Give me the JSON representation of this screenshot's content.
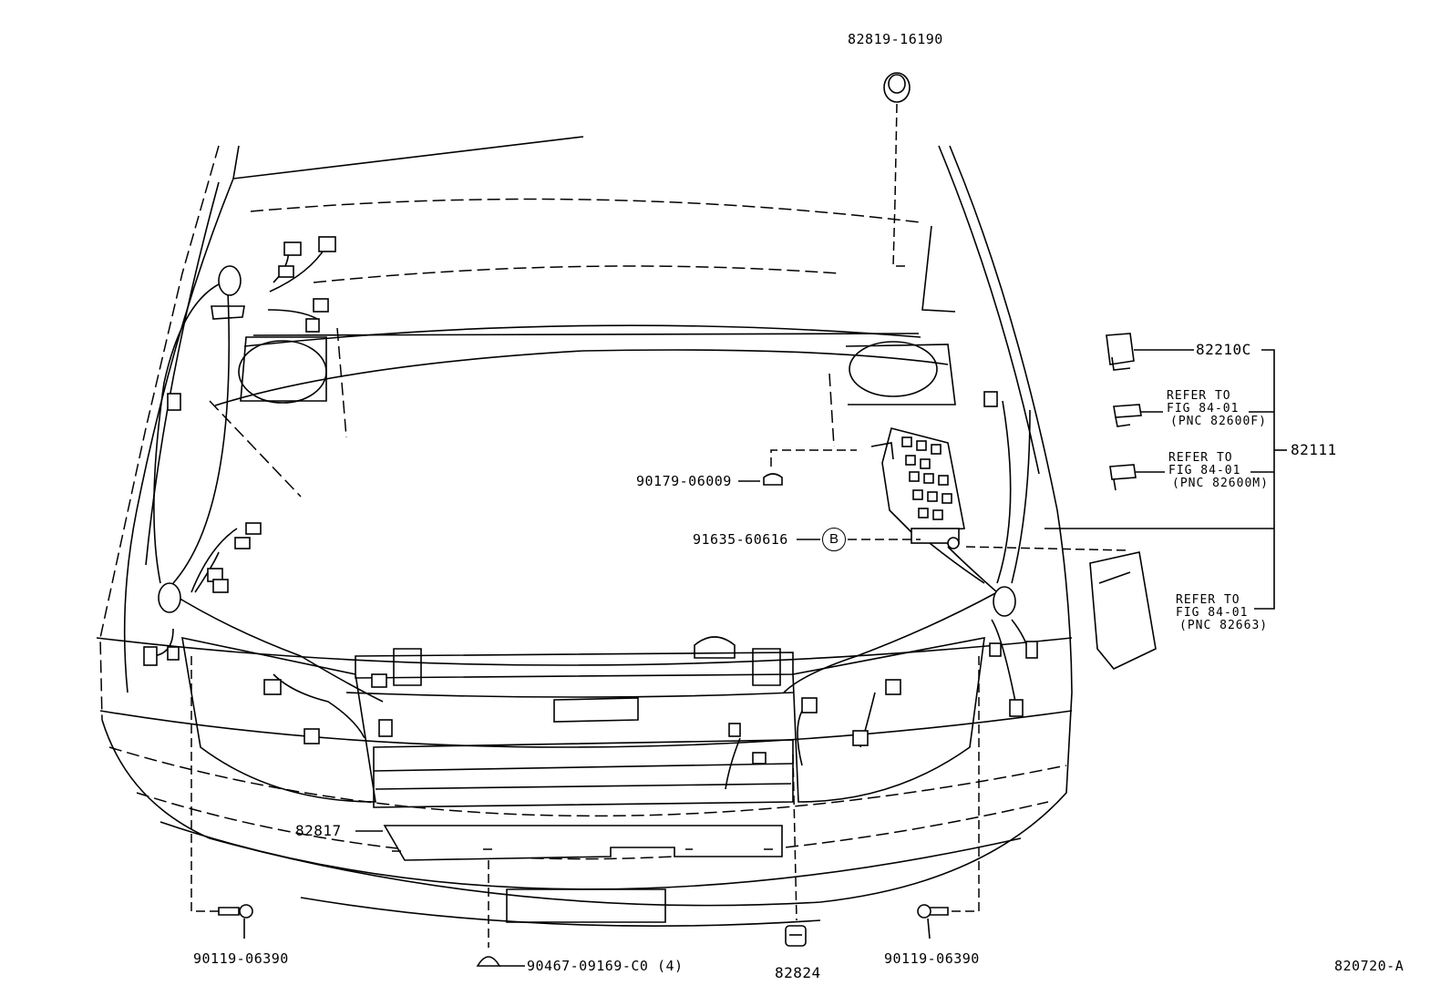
{
  "parts": {
    "grommet_top": "82819-16190",
    "relay": "82210C",
    "wire_assy": "82111",
    "nut": "90179-06009",
    "clamp_bolt": "91635-60616",
    "ref_b": "B",
    "protector": "82817",
    "bolt_left": "90119-06390",
    "bolt_right": "90119-06390",
    "clip": "90467-09169-C0 (4)",
    "grommet_bottom": "82824",
    "figure_id": "820720-A"
  },
  "references": [
    {
      "line1": "REFER TO",
      "line2": "FIG 84-01",
      "line3": "(PNC 82600F)"
    },
    {
      "line1": "REFER TO",
      "line2": "FIG 84-01",
      "line3": "(PNC 82600M)"
    },
    {
      "line1": "REFER TO",
      "line2": "FIG 84-01",
      "line3": "(PNC 82663)"
    }
  ]
}
